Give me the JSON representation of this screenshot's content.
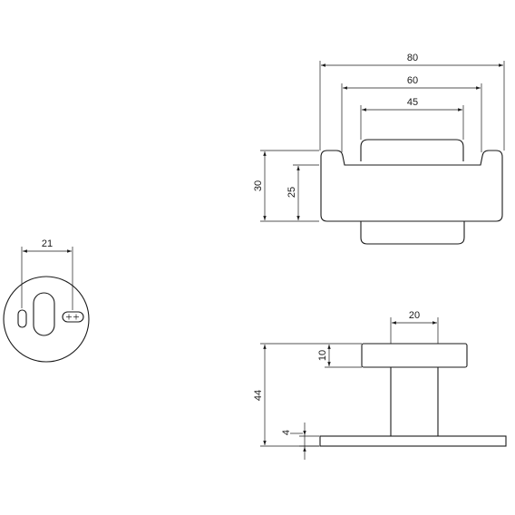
{
  "dimensions": {
    "front_width_total": "80",
    "front_width_inner": "60",
    "front_width_top": "45",
    "front_height_total": "30",
    "front_height_inner": "25",
    "rosette_offset": "21",
    "side_shaft_width": "20",
    "side_top_thickness": "10",
    "side_total_height": "44",
    "side_base_thickness": "4"
  }
}
